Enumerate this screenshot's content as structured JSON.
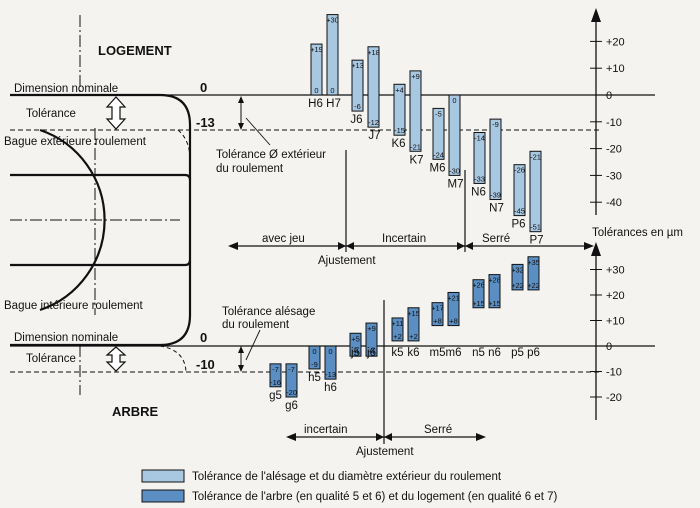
{
  "headings": {
    "logement": "LOGEMENT",
    "arbre": "ARBRE"
  },
  "labels": {
    "dim_nom_top": "Dimension nominale",
    "tolerance_top": "Tolérance",
    "bague_ext": "Bague extérieure roulement",
    "tol_ext_1": "Tolérance Ø extérieur",
    "tol_ext_2": "du roulement",
    "bague_int": "Bague intérieure roulement",
    "tol_ales_1": "Tolérance alésage",
    "tol_ales_2": "du roulement",
    "dim_nom_bot": "Dimension nominale",
    "tolerance_bot": "Tolérance",
    "zero_top": "0",
    "minus13": "-13",
    "zero_bot": "0",
    "minus10": "-10",
    "avec_jeu": "avec jeu",
    "incertain_top": "Incertain",
    "serre_top": "Serré",
    "ajustement_top": "Ajustement",
    "incertain_bot": "incertain",
    "serre_bot": "Serré",
    "ajustement_bot": "Ajustement",
    "tolerances_unit": "Tolérances en µm"
  },
  "scale_top": [
    "+20",
    "+10",
    "0",
    "-10",
    "-20",
    "-30",
    "-40"
  ],
  "scale_bot": [
    "+30",
    "+20",
    "+10",
    "0",
    "-10",
    "-20"
  ],
  "legend": {
    "light": "Tolérance de l'alésage et du diamètre extérieur du roulement",
    "dark": "Tolérance de l'arbre (en qualité 5 et 6) et du logement (en qualité 6 et 7)"
  },
  "colors": {
    "light": "#a8c8e2",
    "dark": "#5b8fc4",
    "line": "#111111"
  },
  "housing_bars": [
    {
      "name": "H6",
      "upper": "+19",
      "lower": "0",
      "kind": "light",
      "up": 19,
      "lo": 0
    },
    {
      "name": "H7",
      "upper": "+30",
      "lower": "0",
      "kind": "light",
      "up": 30,
      "lo": 0
    },
    {
      "name": "J6",
      "upper": "+13",
      "lower": "-6",
      "kind": "light",
      "up": 13,
      "lo": -6
    },
    {
      "name": "J7",
      "upper": "+18",
      "lower": "-12",
      "kind": "light",
      "up": 18,
      "lo": -12
    },
    {
      "name": "K6",
      "upper": "+4",
      "lower": "-15",
      "kind": "light",
      "up": 4,
      "lo": -15
    },
    {
      "name": "K7",
      "upper": "+9",
      "lower": "-21",
      "kind": "light",
      "up": 9,
      "lo": -21
    },
    {
      "name": "M6",
      "upper": "-5",
      "lower": "-24",
      "kind": "light",
      "up": -5,
      "lo": -24
    },
    {
      "name": "M7",
      "upper": "0",
      "lower": "-30",
      "kind": "light",
      "up": 0,
      "lo": -30
    },
    {
      "name": "N6",
      "upper": "-14",
      "lower": "-33",
      "kind": "light",
      "up": -14,
      "lo": -33
    },
    {
      "name": "N7",
      "upper": "-9",
      "lower": "-39",
      "kind": "light",
      "up": -9,
      "lo": -39
    },
    {
      "name": "P6",
      "upper": "-26",
      "lower": "-45",
      "kind": "light",
      "up": -26,
      "lo": -45
    },
    {
      "name": "P7",
      "upper": "-21",
      "lower": "-51",
      "kind": "light",
      "up": -21,
      "lo": -51
    }
  ],
  "shaft_bars": [
    {
      "name": "g5",
      "upper": "-7",
      "lower": "-16",
      "kind": "dark",
      "up": -7,
      "lo": -16
    },
    {
      "name": "g6",
      "upper": "-7",
      "lower": "-20",
      "kind": "dark",
      "up": -7,
      "lo": -20
    },
    {
      "name": "h5",
      "upper": "0",
      "lower": "-9",
      "kind": "dark",
      "up": 0,
      "lo": -9
    },
    {
      "name": "h6",
      "upper": "0",
      "lower": "-13",
      "kind": "dark",
      "up": 0,
      "lo": -13
    },
    {
      "name": "j5",
      "upper": "+5",
      "lower": "-4",
      "kind": "dark",
      "up": 5,
      "lo": -4
    },
    {
      "name": "j6",
      "upper": "+9",
      "lower": "-4",
      "kind": "dark",
      "up": 9,
      "lo": -4
    },
    {
      "name": "k5",
      "upper": "+11",
      "lower": "+2",
      "kind": "dark",
      "up": 11,
      "lo": 2
    },
    {
      "name": "k6",
      "upper": "+15",
      "lower": "+2",
      "kind": "dark",
      "up": 15,
      "lo": 2
    },
    {
      "name": "m5",
      "upper": "+17",
      "lower": "+8",
      "kind": "dark",
      "up": 17,
      "lo": 8
    },
    {
      "name": "m6",
      "upper": "+21",
      "lower": "+8",
      "kind": "dark",
      "up": 21,
      "lo": 8
    },
    {
      "name": "n5",
      "upper": "+26",
      "lower": "+15",
      "kind": "dark",
      "up": 26,
      "lo": 15
    },
    {
      "name": "n6",
      "upper": "+28",
      "lower": "+15",
      "kind": "dark",
      "up": 28,
      "lo": 15
    },
    {
      "name": "p5",
      "upper": "+32",
      "lower": "+22",
      "kind": "dark",
      "up": 32,
      "lo": 22
    },
    {
      "name": "p6",
      "upper": "+35",
      "lower": "+22",
      "kind": "dark",
      "up": 35,
      "lo": 22
    }
  ]
}
